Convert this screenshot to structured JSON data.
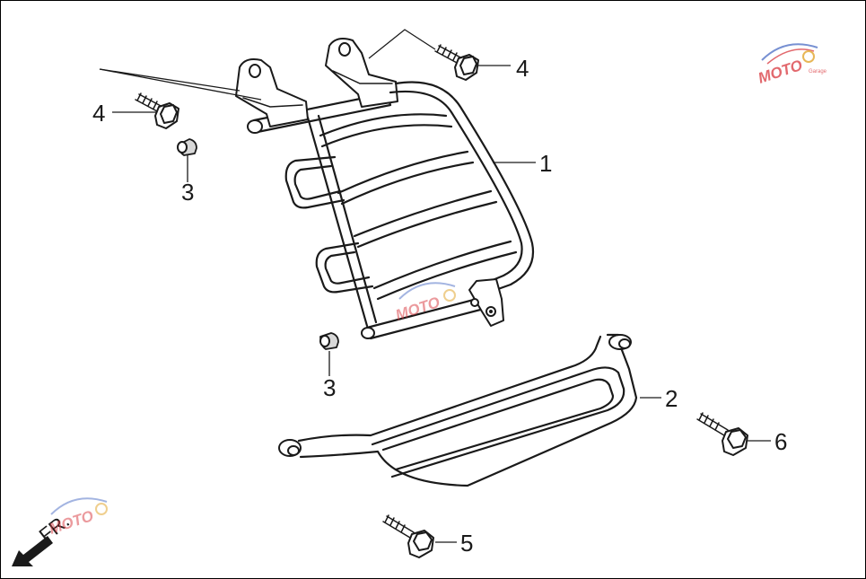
{
  "diagram": {
    "callouts": {
      "c1": "1",
      "c2": "2",
      "c3a": "3",
      "c3b": "3",
      "c4a": "4",
      "c4b": "4",
      "c5": "5",
      "c6": "6"
    },
    "direction_label": "FR.",
    "watermark": {
      "text": "MOTO",
      "subtext": "Garage",
      "colors": {
        "red": "#d9383e",
        "blue": "#4a6cc4"
      }
    },
    "colors": {
      "line": "#1a1a1a",
      "background": "#ffffff",
      "frame": "#000000"
    }
  }
}
